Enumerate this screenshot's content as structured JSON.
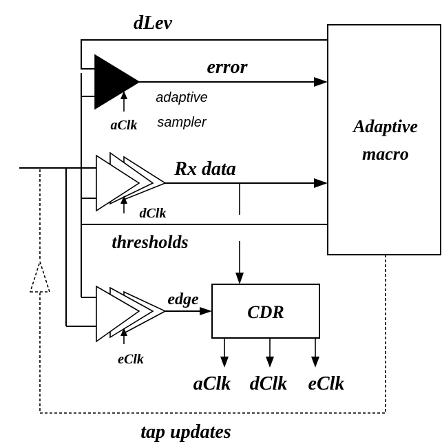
{
  "labels": {
    "dlev": "dLev",
    "error": "error",
    "adaptive_line1": "adaptive",
    "adaptive_line2": "sampler",
    "aclk_sampler": "aClk",
    "adaptive_macro_line1": "Adaptive",
    "adaptive_macro_line2": "macro",
    "rx_data": "Rx data",
    "dclk_sampler": "dClk",
    "thresholds": "thresholds",
    "edge": "edge",
    "cdr": "CDR",
    "eclk_sampler": "eClk",
    "out_aclk": "aClk",
    "out_dclk": "dClk",
    "out_eclk": "eClk",
    "tap_updates": "tap updates"
  }
}
